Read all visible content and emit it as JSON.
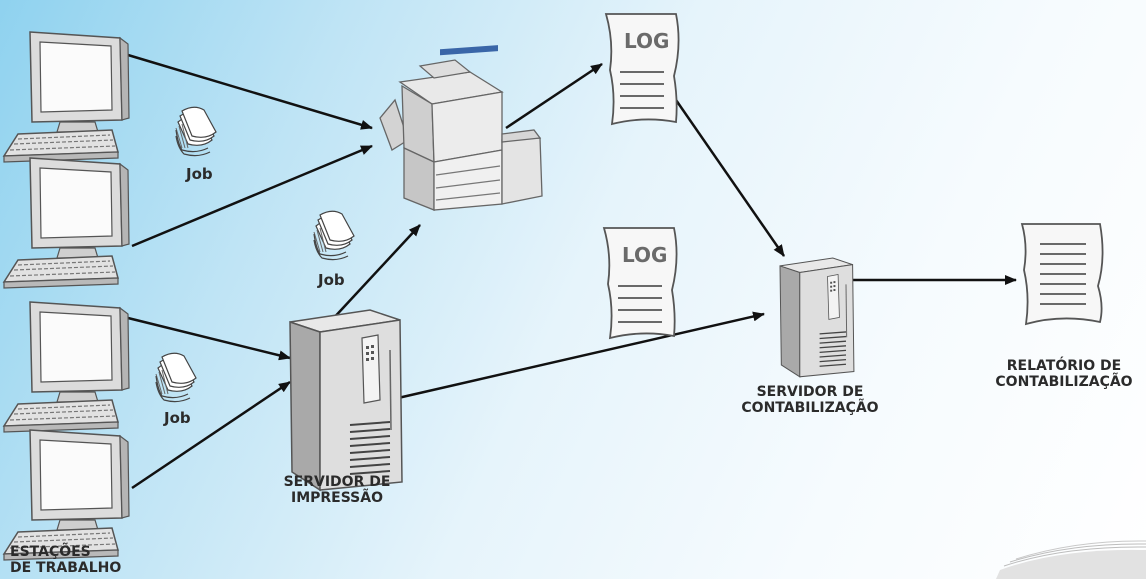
{
  "labels": {
    "job_top": "Job",
    "job_middle": "Job",
    "job_bottom": "Job",
    "log_top": "LOG",
    "log_bottom": "LOG",
    "workstations_line1": "ESTAÇÕES",
    "workstations_line2": "DE TRABALHO",
    "print_server_line1": "SERVIDOR DE",
    "print_server_line2": "IMPRESSÃO",
    "accounting_server_line1": "SERVIDOR DE",
    "accounting_server_line2": "CONTABILIZAÇÃO",
    "report_line1": "RELATÓRIO DE",
    "report_line2": "CONTABILIZAÇÃO"
  },
  "colors": {
    "arrow": "#111111",
    "device_light": "#e4e4e4",
    "device_shade": "#b9b9b9",
    "outline": "#5a5a5a"
  },
  "icons": [
    "computer-icon",
    "printer-copier-icon",
    "server-tower-icon",
    "log-document-icon",
    "report-document-icon",
    "job-pages-icon"
  ]
}
